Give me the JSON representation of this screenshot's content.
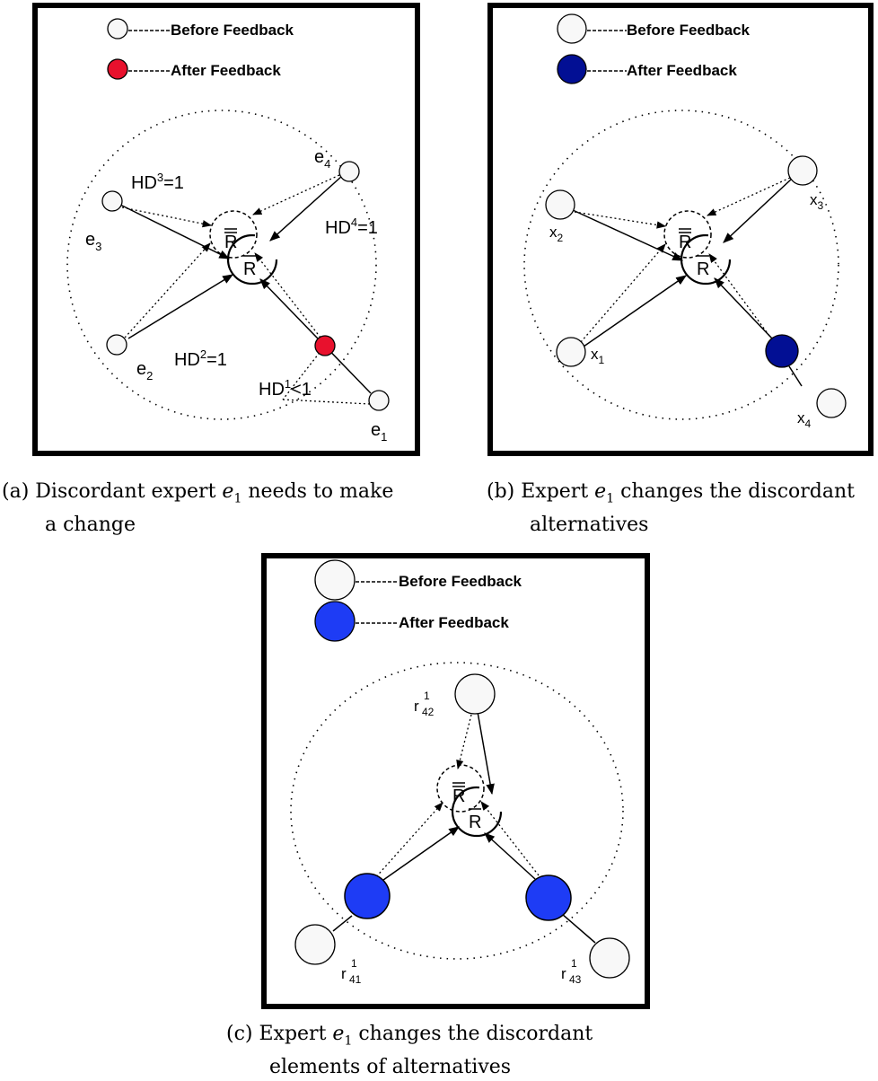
{
  "legend": {
    "before": "Before Feedback",
    "after": "After Feedback"
  },
  "colors": {
    "node_before": "#f8f8f8",
    "node_after_a": "#e8112d",
    "node_after_b": "#020f94",
    "node_after_c": "#1e3cf5",
    "frame": "#000000"
  },
  "center": {
    "consensus_label": "R",
    "collective_label": "R"
  },
  "panels": {
    "a": {
      "caption_line1_pre": "(a)  Discordant expert ",
      "caption_var": "e",
      "caption_sub": "1",
      "caption_line1_post": " needs to make",
      "caption_line2": "a change",
      "nodes": {
        "e1": {
          "base": "e",
          "sub": "1"
        },
        "e2": {
          "base": "e",
          "sub": "2"
        },
        "e3": {
          "base": "e",
          "sub": "3"
        },
        "e4": {
          "base": "e",
          "sub": "4"
        }
      },
      "hd": {
        "hd1": {
          "base": "HD",
          "sup": "1",
          "rel": "<1"
        },
        "hd2": {
          "base": "HD",
          "sup": "2",
          "rel": "=1"
        },
        "hd3": {
          "base": "HD",
          "sup": "3",
          "rel": "=1"
        },
        "hd4": {
          "base": "HD",
          "sup": "4",
          "rel": "=1"
        }
      }
    },
    "b": {
      "caption_line1_pre": "(b)  Expert ",
      "caption_var": "e",
      "caption_sub": "1",
      "caption_line1_post": " changes the discordant",
      "caption_line2": "alternatives",
      "nodes": {
        "x1": {
          "base": "x",
          "sub": "1"
        },
        "x2": {
          "base": "x",
          "sub": "2"
        },
        "x3": {
          "base": "x",
          "sub": "3"
        },
        "x4": {
          "base": "x",
          "sub": "4"
        }
      }
    },
    "c": {
      "caption_line1_pre": "(c)  Expert ",
      "caption_var": "e",
      "caption_sub": "1",
      "caption_line1_post": " changes the discordant",
      "caption_line2": "elements of alternatives",
      "nodes": {
        "r41": {
          "base": "r",
          "sup": "1",
          "sub": "41"
        },
        "r42": {
          "base": "r",
          "sup": "1",
          "sub": "42"
        },
        "r43": {
          "base": "r",
          "sup": "1",
          "sub": "43"
        }
      }
    }
  }
}
